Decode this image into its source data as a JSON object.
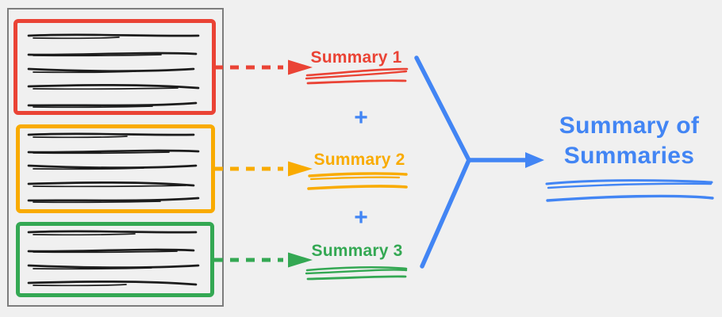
{
  "page": {
    "background": "#f0f0f0"
  },
  "colors": {
    "red": "#ea4335",
    "orange": "#f9ab00",
    "green": "#34a853",
    "blue": "#4285f4",
    "ink": "#1c1c1c",
    "document_border": "#7d7d7d"
  },
  "document": {
    "sections": [
      {
        "name": "section-1",
        "color_key": "red",
        "text_lines": 5
      },
      {
        "name": "section-2",
        "color_key": "orange",
        "text_lines": 5
      },
      {
        "name": "section-3",
        "color_key": "green",
        "text_lines": 4
      }
    ]
  },
  "summaries": [
    {
      "label": "Summary 1",
      "color_key": "red"
    },
    {
      "label": "Summary 2",
      "color_key": "orange"
    },
    {
      "label": "Summary 3",
      "color_key": "green"
    }
  ],
  "operators": {
    "plus": "+"
  },
  "final_summary": {
    "line1": "Summary of",
    "line2": "Summaries",
    "color_key": "blue"
  }
}
